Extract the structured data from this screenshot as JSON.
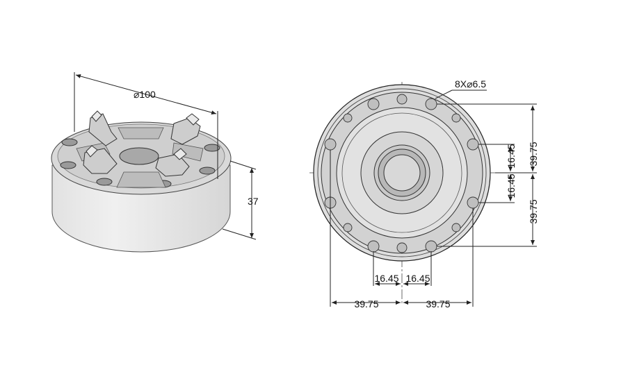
{
  "drawing": {
    "iso_view": {
      "diameter_label": "⌀100",
      "height_label": "37"
    },
    "front_view": {
      "hole_callout": "8X⌀6.5",
      "dim_right_top": "39.75",
      "dim_right_bottom": "39.75",
      "dim_inner_top": "16.45",
      "dim_inner_bottom": "16.45",
      "dim_bottom_inner_left": "16.45",
      "dim_bottom_inner_right": "16.45",
      "dim_bottom_outer_left": "39.75",
      "dim_bottom_outer_right": "39.75"
    },
    "colors": {
      "line": "#222222",
      "body_fill": "#e6e6e6",
      "face_fill": "#d9d9d9",
      "hole_fill": "#bdbdbd"
    }
  }
}
